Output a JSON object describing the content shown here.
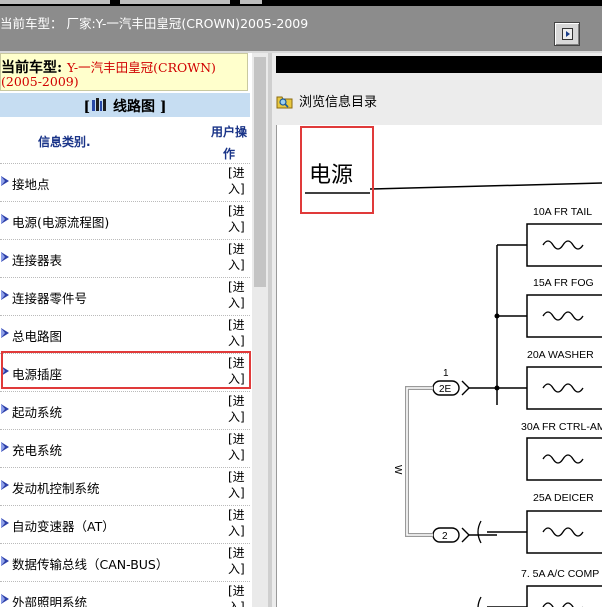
{
  "window": {
    "title": "当前车型：  厂家:Y-一汽丰田皇冠(CROWN)2005-2009"
  },
  "car_info": {
    "label": "当前车型:",
    "model": "Y-一汽丰田皇冠(CROWN)",
    "years": "(2005-2009)"
  },
  "section": {
    "title": "线路图"
  },
  "columns": {
    "category": "信息类别.",
    "action": "用户操作"
  },
  "items": [
    {
      "label": "接地点",
      "action": "[进入]"
    },
    {
      "label": "电源(电源流程图)",
      "action": "[进入]"
    },
    {
      "label": "连接器表",
      "action": "[进入]"
    },
    {
      "label": "连接器零件号",
      "action": "[进入]"
    },
    {
      "label": "总电路图",
      "action": "[进入]"
    },
    {
      "label": "电源插座",
      "action": "[进入]"
    },
    {
      "label": "起动系统",
      "action": "[进入]"
    },
    {
      "label": "充电系统",
      "action": "[进入]"
    },
    {
      "label": "发动机控制系统",
      "action": "[进入]"
    },
    {
      "label": "自动变速器（AT）",
      "action": "[进入]"
    },
    {
      "label": "数据传输总线（CAN-BUS）",
      "action": "[进入]"
    },
    {
      "label": "外部照明系统",
      "action": "[进入]"
    }
  ],
  "viewer": {
    "browse_label": "浏览信息目录",
    "diagram_title": "电源",
    "fuses": [
      "10A FR TAIL",
      "15A FR FOG",
      "20A WASHER",
      "30A FR CTRL-AM",
      "25A DEICER",
      "7. 5A A/C COMP"
    ],
    "connector_top_num": "1",
    "connector_top_label": "2E",
    "connector_bottom_label": "2",
    "wire_label": "W"
  },
  "colors": {
    "highlight": "#e03a3a",
    "section_bg": "#c6ddf2",
    "link_blue": "#1a3488",
    "car_red": "#d00000"
  }
}
